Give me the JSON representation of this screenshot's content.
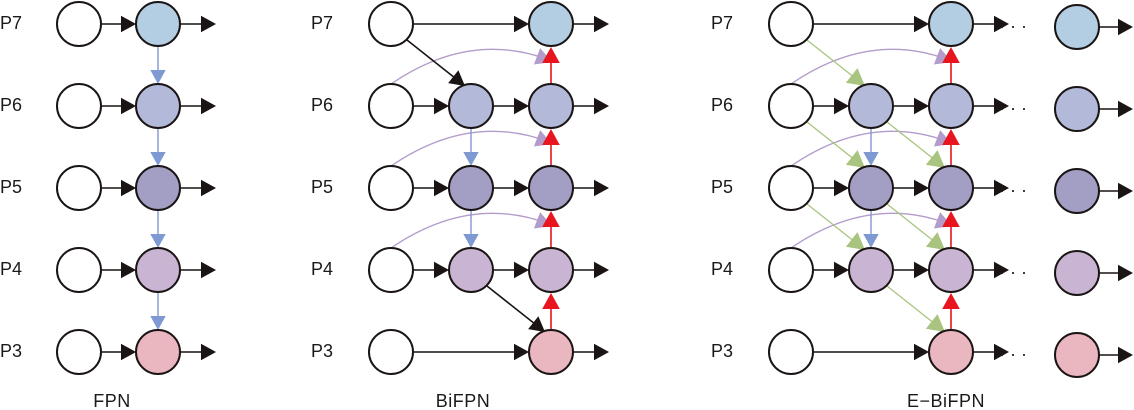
{
  "levels": [
    "P7",
    "P6",
    "P5",
    "P4",
    "P3"
  ],
  "level_colors": {
    "P7": "#b3cde3",
    "P6": "#b3b9d9",
    "P5": "#a39fc4",
    "P4": "#c9b5d3",
    "P3": "#eab6c0"
  },
  "edge_colors": {
    "lateral": "#1a1414",
    "top_down": "#7f9ad3",
    "bottom_up": "#e8141e",
    "skip_arc": "#b39ccc",
    "diagonal_green": "#a8c47e"
  },
  "panels": [
    {
      "id": "fpn",
      "title": "FPN"
    },
    {
      "id": "bifpn",
      "title": "BiFPN"
    },
    {
      "id": "ebifpn",
      "title": "E−BiFPN",
      "ellipsis": "· · ·"
    }
  ]
}
